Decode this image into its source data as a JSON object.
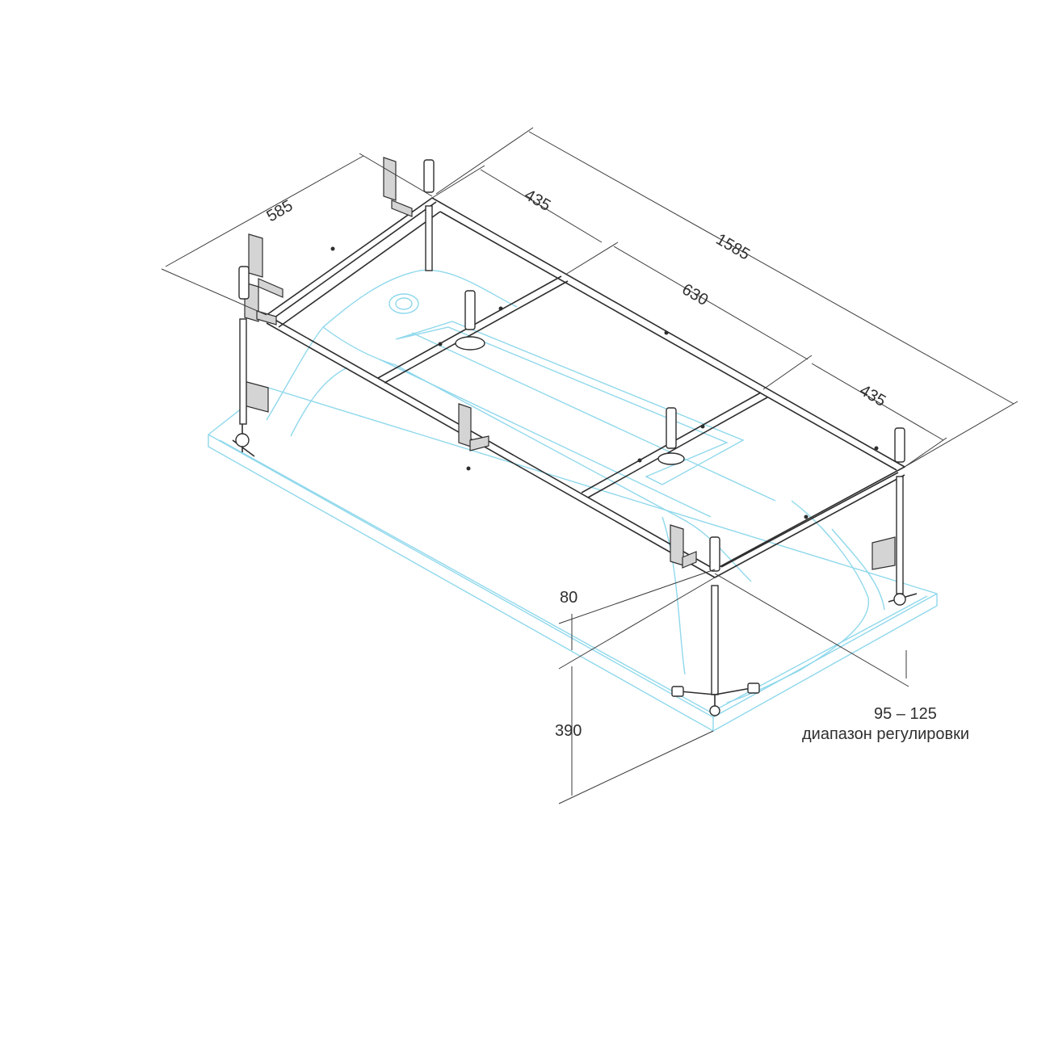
{
  "dimensions": {
    "width_label": "585",
    "section_left_label": "435",
    "total_length_label": "1585",
    "section_middle_label": "630",
    "section_right_label": "435",
    "frame_height_label": "80",
    "leg_height_label": "390",
    "adjust_range_label": "95 – 125",
    "adjust_caption": "диапазон регулировки"
  },
  "colors": {
    "frame": "#2e2e2e",
    "bathtub_outline": "#8fd8ec",
    "dimension_lines": "#3a3a3a"
  }
}
